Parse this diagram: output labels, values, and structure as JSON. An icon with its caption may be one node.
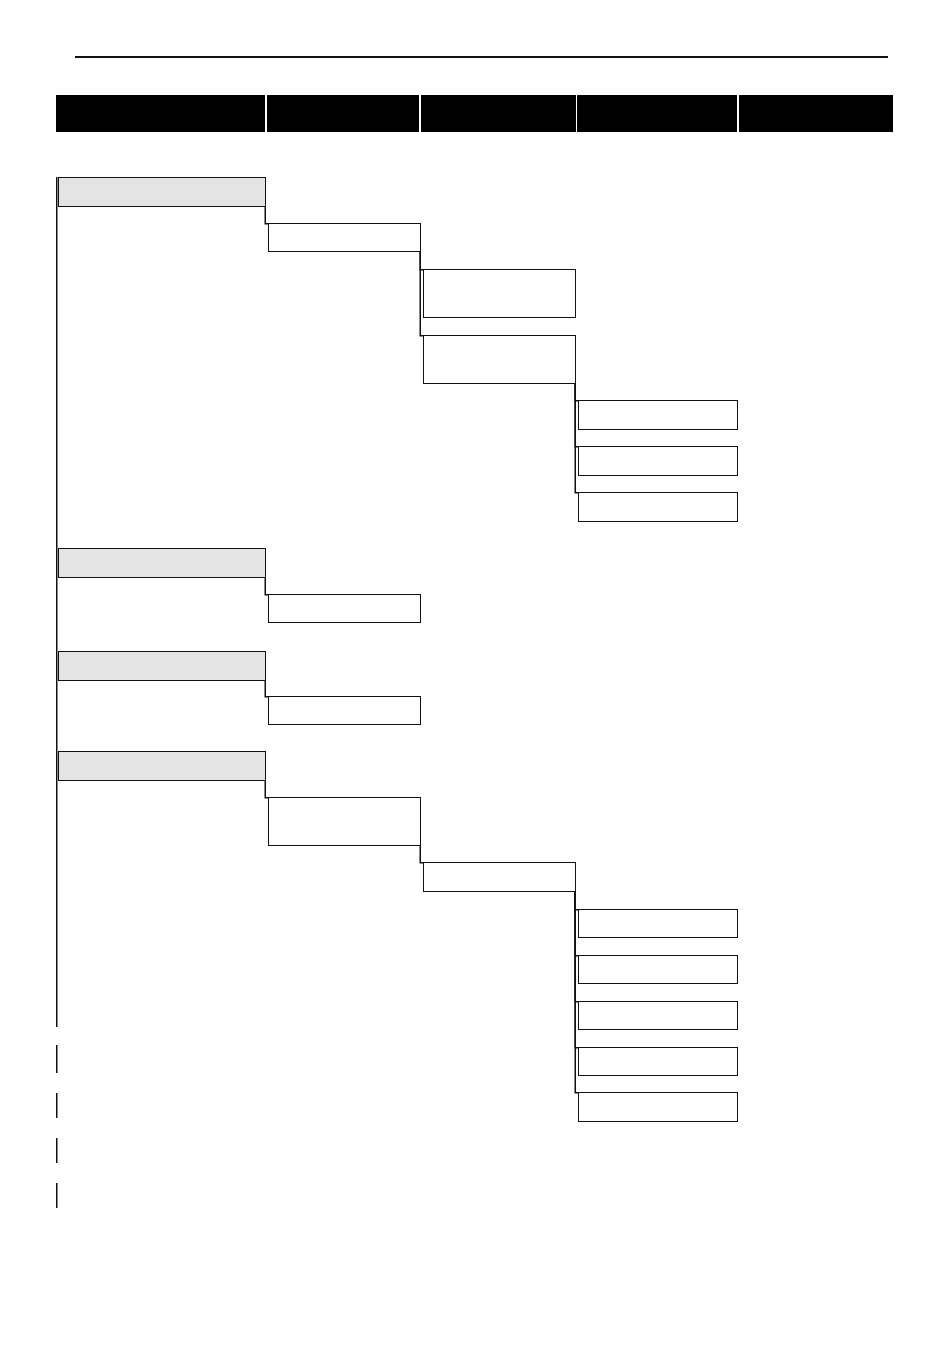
{
  "diagram": {
    "nodes": [
      {
        "text": [],
        "shape": "box"
      },
      {
        "text": [],
        "shape": "box"
      },
      {
        "text": [],
        "shape": "box"
      },
      {
        "text": [],
        "shape": "box"
      },
      {
        "text": [],
        "shape": "box"
      },
      {
        "text": [],
        "shape": "box"
      },
      {
        "text": [],
        "shape": "box"
      },
      {
        "text": [],
        "shape": "box"
      },
      {
        "text": [],
        "shape": "box"
      },
      {
        "text": [],
        "shape": "box"
      },
      {
        "text": [],
        "shape": "box"
      },
      {
        "text": [],
        "shape": "box"
      },
      {
        "text": [],
        "shape": "box"
      },
      {
        "text": [],
        "shape": "box"
      },
      {
        "text": [],
        "shape": "box"
      },
      {
        "text": [],
        "shape": "box"
      },
      {
        "text": [],
        "shape": "box"
      },
      {
        "text": [],
        "shape": "box"
      },
      {
        "text": [],
        "shape": "box"
      }
    ],
    "edges": [
      {
        "from": 0,
        "to": 1,
        "arrow": "none"
      },
      {
        "from": 1,
        "to": 2,
        "arrow": "none"
      },
      {
        "from": 1,
        "to": 3,
        "arrow": "none"
      },
      {
        "from": 3,
        "to": 4,
        "arrow": "none"
      },
      {
        "from": 3,
        "to": 5,
        "arrow": "none"
      },
      {
        "from": 3,
        "to": 6,
        "arrow": "none"
      },
      {
        "from": 7,
        "to": 8,
        "arrow": "none"
      },
      {
        "from": 9,
        "to": 10,
        "arrow": "none"
      },
      {
        "from": 11,
        "to": 12,
        "arrow": "none"
      },
      {
        "from": 12,
        "to": 13,
        "arrow": "none"
      },
      {
        "from": 13,
        "to": 14,
        "arrow": "none"
      },
      {
        "from": 13,
        "to": 15,
        "arrow": "none"
      },
      {
        "from": 13,
        "to": 16,
        "arrow": "none"
      },
      {
        "from": 13,
        "to": 17,
        "arrow": "none"
      },
      {
        "from": 13,
        "to": 18,
        "arrow": "none"
      }
    ]
  }
}
